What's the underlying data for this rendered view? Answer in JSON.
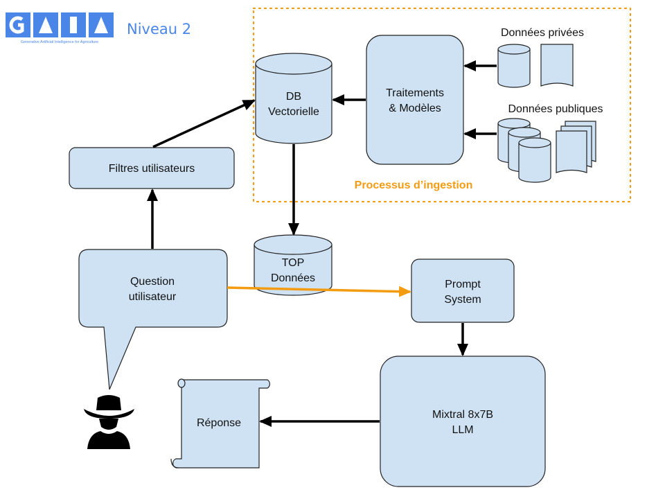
{
  "logo": {
    "letters": "GAIA",
    "tagline": "Generative Artificial Intelligence for Agriculture"
  },
  "header": {
    "title": "Niveau 2"
  },
  "nodes": {
    "db": {
      "line1": "DB",
      "line2": "Vectorielle"
    },
    "traitements": {
      "line1": "Traitements",
      "line2": "& Modèles"
    },
    "donnees_privees": "Données privées",
    "donnees_publiques": "Données publiques",
    "processus": "Processus d’ingestion",
    "filtres": "Filtres utilisateurs",
    "top": {
      "line1": "TOP",
      "line2": "Données"
    },
    "question": {
      "line1": "Question",
      "line2": "utilisateur"
    },
    "prompt": {
      "line1": "Prompt",
      "line2": "System"
    },
    "mixtral": {
      "line1": "Mixtral 8x7B",
      "line2": "LLM"
    },
    "reponse": "Réponse"
  },
  "colors": {
    "box_fill": "#cfe2f3",
    "accent_orange": "#f39c12",
    "title_blue": "#4a86e8"
  }
}
